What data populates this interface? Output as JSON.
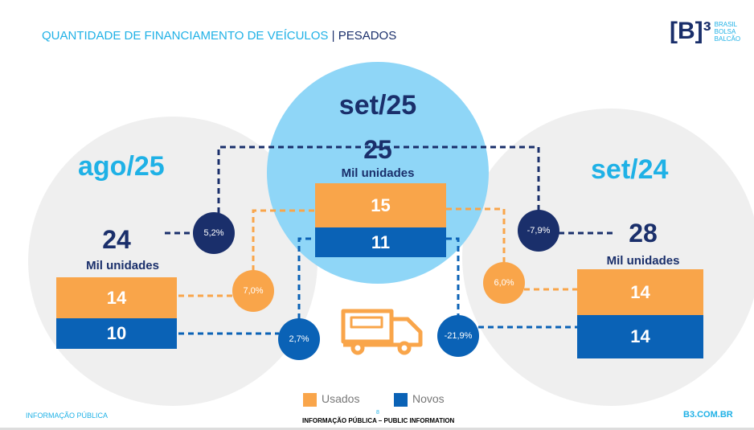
{
  "header": {
    "title": "QUANTIDADE DE FINANCIAMENTO DE VEÍCULOS",
    "separator": "|",
    "subtitle": "PESADOS"
  },
  "logo": {
    "mark": "[B]³",
    "lines": [
      "BRASIL",
      "BOLSA",
      "BALCÃO"
    ]
  },
  "colors": {
    "usados": "#f9a54a",
    "novos": "#0a62b6",
    "navy": "#1a2f6b",
    "cyan": "#1fb1e6",
    "light_blue": "#8fd6f7",
    "gray": "#efefef"
  },
  "periods": [
    {
      "label": "ago/25",
      "total": "24",
      "unit": "Mil unidades",
      "usados": "14",
      "novos": "10"
    },
    {
      "label": "set/25",
      "total": "25",
      "unit": "Mil unidades",
      "usados": "15",
      "novos": "11"
    },
    {
      "label": "set/24",
      "total": "28",
      "unit": "Mil unidades",
      "usados": "14",
      "novos": "14"
    }
  ],
  "variations": {
    "mom_total": "5,2%",
    "mom_usados": "7,0%",
    "mom_novos": "2,7%",
    "yoy_total": "-7,9%",
    "yoy_usados": "6,0%",
    "yoy_novos": "-21,9%"
  },
  "legend": [
    {
      "label": "Usados"
    },
    {
      "label": "Novos"
    }
  ],
  "footer": {
    "left": "INFORMAÇÃO PÚBLICA",
    "page": "8",
    "center": "INFORMAÇÃO PÚBLICA – PUBLIC INFORMATION",
    "right": "B3.COM.BR"
  }
}
